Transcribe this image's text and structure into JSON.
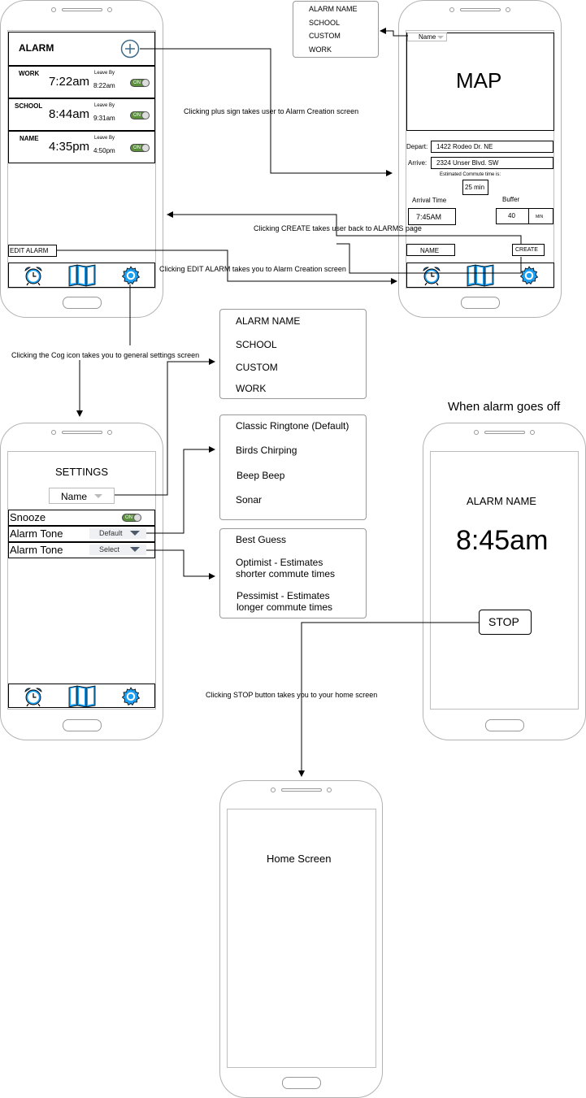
{
  "alarm_screen": {
    "title": "ALARM",
    "alarms": [
      {
        "name": "WORK",
        "time": "7:22am",
        "leave_by_label": "Leave By",
        "leave_time": "8:22am",
        "toggle": "ON"
      },
      {
        "name": "SCHOOL",
        "time": "8:44am",
        "leave_by_label": "Leave By",
        "leave_time": "9:31am",
        "toggle": "ON"
      },
      {
        "name": "NAME",
        "time": "4:35pm",
        "leave_by_label": "Leave By",
        "leave_time": "4:50pm",
        "toggle": "ON"
      }
    ],
    "edit_button": "EDIT ALARM"
  },
  "creation_screen": {
    "name_dropdown": "Name",
    "map_label": "MAP",
    "depart_label": "Depart:",
    "depart_value": "1422 Rodeo Dr. NE",
    "arrive_label": "Arrive:",
    "arrive_value": "2324 Unser Blvd. SW",
    "commute_label": "Estimated Commute time is:",
    "commute_value": "25 min",
    "arrival_time_label": "Arrival Time",
    "arrival_time_value": "7:45AM",
    "buffer_label": "Buffer",
    "buffer_value": "40",
    "buffer_unit": "MIN",
    "name_button": "NAME",
    "create_button": "CREATE"
  },
  "top_popup": {
    "items": [
      "ALARM NAME",
      "SCHOOL",
      "CUSTOM",
      "WORK"
    ]
  },
  "settings_screen": {
    "title": "SETTINGS",
    "name_dropdown": "Name",
    "rows": [
      {
        "label": "Snooze",
        "control": "ON"
      },
      {
        "label": "Alarm Tone",
        "control": "Default"
      },
      {
        "label": "Alarm Tone",
        "control": "Select"
      }
    ]
  },
  "name_popup": {
    "items": [
      "ALARM NAME",
      "SCHOOL",
      "CUSTOM",
      "WORK"
    ]
  },
  "tone_popup": {
    "items": [
      "Classic Ringtone (Default)",
      "Birds Chirping",
      "Beep Beep",
      "Sonar"
    ]
  },
  "estimate_popup": {
    "items": [
      {
        "line1": "Best Guess",
        "line2": ""
      },
      {
        "line1": "Optimist - Estimates",
        "line2": "shorter commute times"
      },
      {
        "line1": "Pessimist - Estimates",
        "line2": "longer commute times"
      }
    ]
  },
  "ringing_screen": {
    "heading": "When alarm goes off",
    "alarm_name": "ALARM NAME",
    "time": "8:45am",
    "stop_button": "STOP"
  },
  "home_screen": {
    "label": "Home Screen"
  },
  "captions": {
    "plus": "Clicking plus sign takes user to Alarm Creation screen",
    "create": "Clicking CREATE takes user back to ALARMS page",
    "edit": "Clicking EDIT ALARM  takes you to Alarm Creation screen",
    "cog": "Clicking the Cog icon takes you to general settings screen",
    "stop": "Clicking STOP button takes you to your home screen"
  },
  "colors": {
    "icon_blue": "#1b9ff2",
    "toggle_green": "#5a8f3c",
    "plus_blue": "#3d6b8c"
  },
  "icons": [
    "plus-circle-icon",
    "alarm-clock-icon",
    "map-icon",
    "gear-icon",
    "dropdown-arrow-icon"
  ]
}
